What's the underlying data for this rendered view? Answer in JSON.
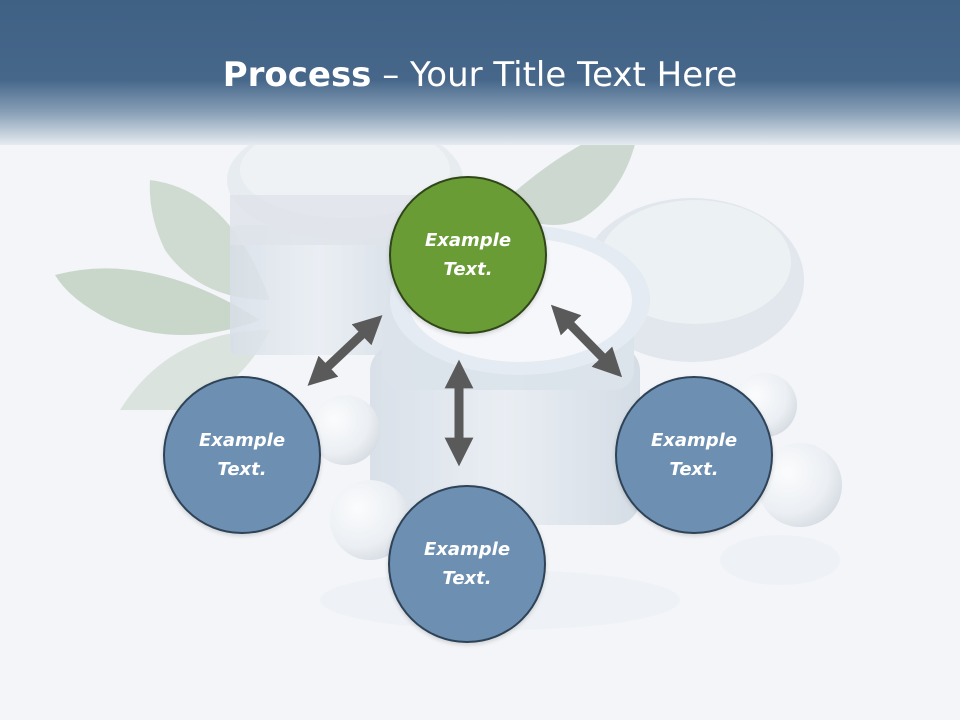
{
  "slide": {
    "title_bold": "Process",
    "title_rest": " – Your Title Text Here"
  },
  "nodes": {
    "top": {
      "text": "Example Text."
    },
    "left": {
      "text": "Example Text."
    },
    "right": {
      "text": "Example Text."
    },
    "bottom": {
      "text": "Example Text."
    }
  },
  "colors": {
    "header": "#46678a",
    "node_blue": "#6d8fb2",
    "node_green": "#6a9c36",
    "arrow": "#5a5a5a"
  }
}
